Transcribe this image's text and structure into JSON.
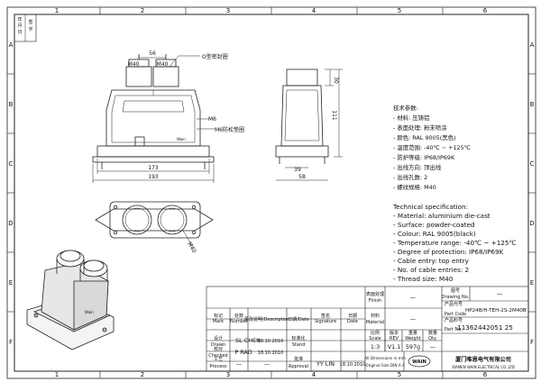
{
  "frame": {
    "top_numbers": [
      "1",
      "2",
      "3",
      "4",
      "5",
      "6"
    ],
    "bottom_numbers": [
      "1",
      "2",
      "3",
      "4",
      "5",
      "6"
    ],
    "left_letters": [
      "A",
      "B",
      "C",
      "D",
      "E",
      "F"
    ],
    "right_letters": [
      "A",
      "B",
      "C",
      "D",
      "E",
      "F"
    ]
  },
  "margin_tab": [
    "年",
    "月",
    "日",
    "签",
    "字"
  ],
  "drawing": {
    "front_labels": {
      "gasket_o": "O型密封圈",
      "gasket_m6": "M6防松垫圈",
      "m6": "M6",
      "m40_left": "M40",
      "m40_right": "M40",
      "dim_56": "56",
      "dim_173": "173",
      "dim_193": "193",
      "logo": "Wain"
    },
    "side_labels": {
      "dim_30": "30",
      "dim_111": "111",
      "dim_39": "39",
      "dim_58": "58"
    },
    "plan_labels": {
      "m40": "M40"
    },
    "iso_labels": {
      "logo": "Wain"
    }
  },
  "spec_cn": {
    "title": "技术参数:",
    "lines": [
      "- 材料: 压铸铝",
      "- 表面处理: 粉末喷涂",
      "- 颜色: RAL 9005(黑色)",
      "- 温度范围: -40℃ ~ +125℃",
      "- 防护等级: IP68/IP69K",
      "- 出线方向: 顶出线",
      "- 出线孔数: 2",
      "- 螺纹规格: M40"
    ]
  },
  "spec_en": {
    "title": "Technical specification:",
    "lines": [
      "- Material: aluminium die-cast",
      "- Surface: powder-coated",
      "- Colour: RAL 9005(black)",
      "- Temperature range: -40℃ ~ +125℃",
      "- Degree of protection: IP68/IP69K",
      "- Cable entry: top entry",
      "- No. of cable entries: 2",
      "- Thread size: M40"
    ]
  },
  "title_block": {
    "finish_cn": "表面处理",
    "finish_en": "Finish",
    "finish_value": "—",
    "material_cn": "材料",
    "material_en": "Material",
    "material_value": "—",
    "drawing_no_cn": "图号",
    "drawing_no_en": "Drawing No.",
    "drawing_no_value": "—",
    "part_code_cn": "产品代号",
    "part_code_en": "Part Code",
    "part_code_value": "HP24B/H-TEH-2S-2M40B",
    "part_no_cn": "产品料号",
    "part_no_en": "Part No.",
    "part_no_value": "11362442051 25",
    "mark_cn": "标记",
    "mark_en": "Mark",
    "number_cn": "处数",
    "number_en": "Number",
    "description_cn": "更改说明",
    "description_en": "Description",
    "date_cn": "日期",
    "date_en": "Date",
    "signature_cn": "签名",
    "signature_en": "Signature",
    "date2_cn": "日期",
    "date2_en": "Date",
    "drawn_cn": "设计",
    "drawn_en": "Drawn",
    "drawn_name": "SL CHEN",
    "drawn_date": "18.10.2010",
    "stand_cn": "标准化",
    "stand_en": "Stand",
    "checked_cn": "校对",
    "checked_en": "Checked",
    "checked_name": "P RAO",
    "checked_date": "18.10.2010",
    "process_cn": "工艺",
    "process_en": "Process",
    "process_name": "—",
    "process_date": "—",
    "approval_cn": "批准",
    "approval_en": "Approval",
    "approval_name": "YY LIN",
    "approval_date": "18.10.2010",
    "scale_cn": "比例",
    "scale_en": "Scale",
    "scale_value": "1:3",
    "rev_cn": "版本",
    "rev_en": "REV",
    "rev_value": "V1.1",
    "weight_cn": "重量",
    "weight_en": "Weight",
    "weight_value": "597g",
    "qty_cn": "数量",
    "qty_en": "Qty.",
    "qty_value": "—",
    "note_line1": "All Dimensions in mm",
    "note_line2": "Original Size DIN A 4",
    "company_logo": "WAIN",
    "company_cn": "厦门唯恩电气有限公司",
    "company_en": "XIAMEN WAIN ELECTRICAL CO.,LTD"
  }
}
